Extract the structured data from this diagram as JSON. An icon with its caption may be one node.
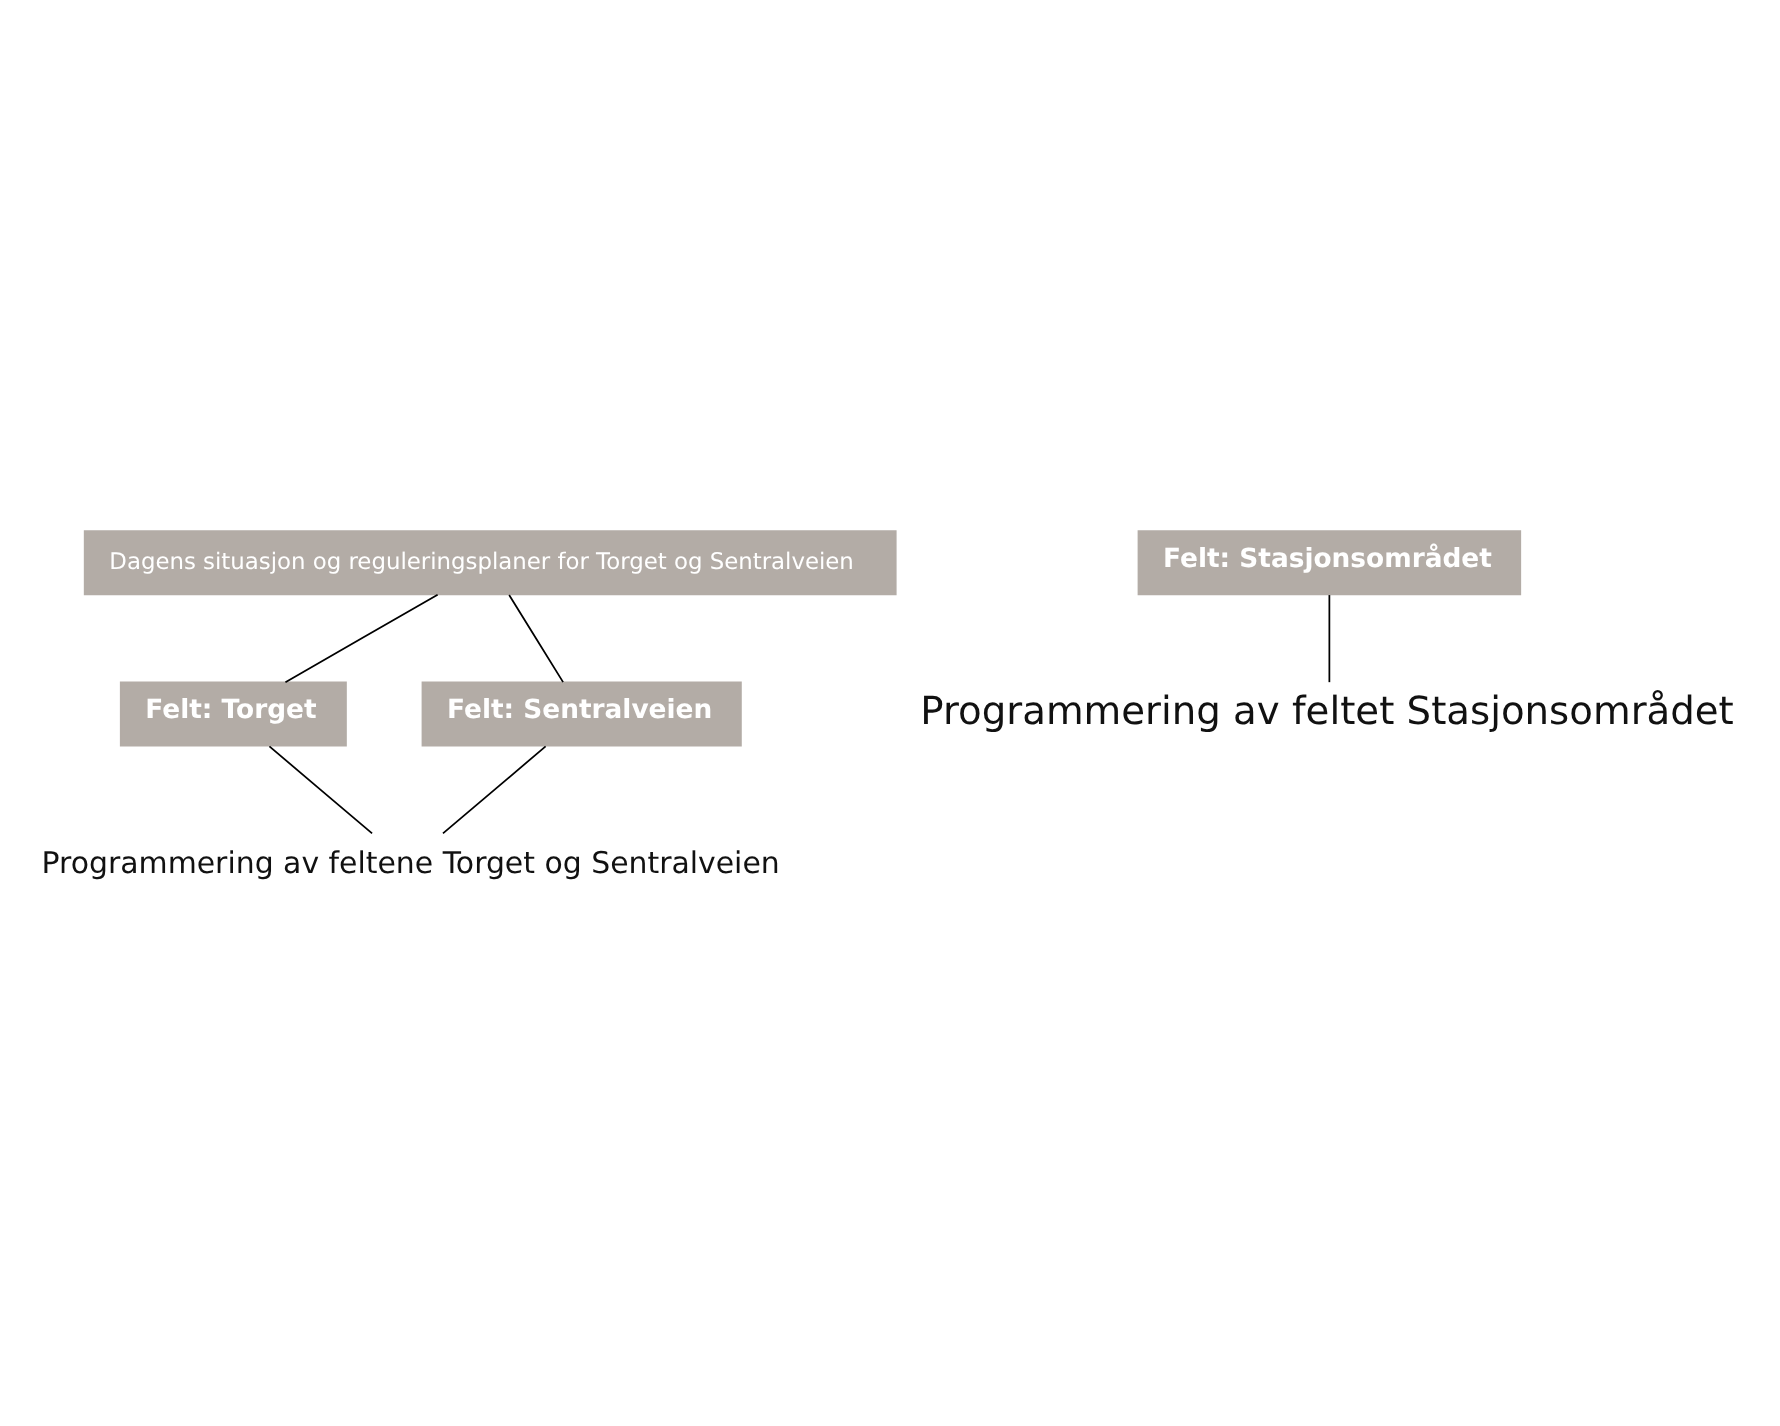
{
  "diagram": {
    "nodes": [
      {
        "text": [
          "Dagens situasjon og reguleringsplaner for Torget og Sentralveien"
        ]
      },
      {
        "text": [
          "Felt: Torget"
        ]
      },
      {
        "text": [
          "Felt: Sentralveien"
        ]
      },
      {
        "text": [
          "Programmering av feltene Torget og Sentralveien"
        ]
      },
      {
        "text": [
          "Felt: Stasjonsområdet"
        ]
      },
      {
        "text": [
          "Programmering av feltet Stasjonsområdet"
        ]
      }
    ],
    "edges": [
      {
        "from": 0,
        "to": 1,
        "arrow": "none"
      },
      {
        "from": 0,
        "to": 2,
        "arrow": "none"
      },
      {
        "from": 1,
        "to": 3,
        "arrow": "none"
      },
      {
        "from": 2,
        "to": 3,
        "arrow": "none"
      },
      {
        "from": 4,
        "to": 5,
        "arrow": "none"
      }
    ]
  }
}
